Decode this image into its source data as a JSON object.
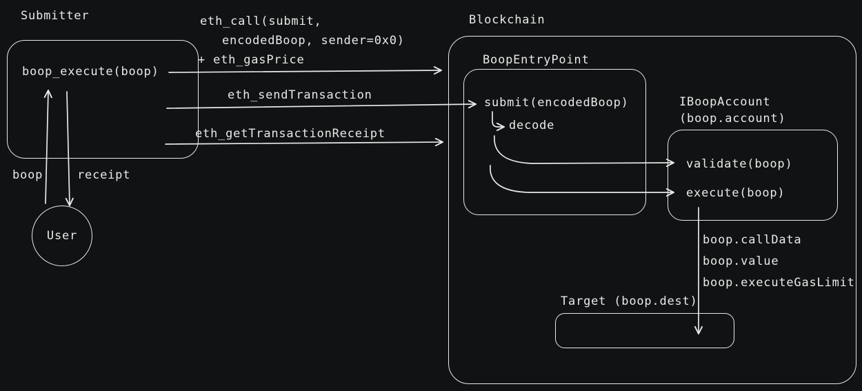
{
  "submitter": {
    "title": "Submitter",
    "method": "boop_execute(boop)"
  },
  "rpc": {
    "eth_call_line1": "eth_call(submit,",
    "eth_call_line2": "encodedBoop, sender=0x0)",
    "eth_call_line3": "+ eth_gasPrice",
    "eth_send": "eth_sendTransaction",
    "eth_get": "eth_getTransactionReceipt"
  },
  "user_flow": {
    "boop": "boop",
    "receipt": "receipt",
    "user": "User"
  },
  "blockchain": {
    "title": "Blockchain"
  },
  "entrypoint": {
    "title": "BoopEntryPoint",
    "submit": "submit(encodedBoop)",
    "decode": "decode"
  },
  "account": {
    "title_line1": "IBoopAccount",
    "title_line2": "(boop.account)",
    "validate": "validate(boop)",
    "execute": "execute(boop)"
  },
  "call_params": [
    "boop.callData",
    "boop.value",
    "boop.executeGasLimit"
  ],
  "target": {
    "title": "Target (boop.dest)"
  },
  "colors": {
    "background": "#111213",
    "stroke": "#e9e9e9"
  }
}
